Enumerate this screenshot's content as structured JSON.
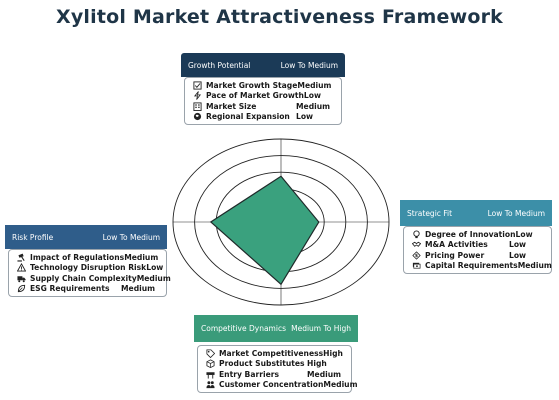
{
  "title": "Xylitol Market Attractiveness Framework",
  "colors": {
    "navy": "#1b3a57",
    "blue": "#2f5d8a",
    "teal": "#3c8fa8",
    "green": "#3a9b7a",
    "radar_fill": "#3aa17e",
    "ring": "#222222"
  },
  "panels": {
    "growth": {
      "title": "Growth Potential",
      "rating": "Low To Medium",
      "items": [
        {
          "icon": "checklist-icon",
          "label": "Market Growth Stage",
          "value": "Medium"
        },
        {
          "icon": "lightning-icon",
          "label": "Pace of Market Growth",
          "value": "Low"
        },
        {
          "icon": "building-icon",
          "label": "Market Size",
          "value": "Medium"
        },
        {
          "icon": "globe-icon",
          "label": "Regional Expansion",
          "value": "Low"
        }
      ]
    },
    "strategic": {
      "title": "Strategic Fit",
      "rating": "Low To Medium",
      "items": [
        {
          "icon": "lightbulb-icon",
          "label": "Degree of Innovation",
          "value": "Low"
        },
        {
          "icon": "handshake-icon",
          "label": "M&A Activities",
          "value": "Low"
        },
        {
          "icon": "money-tag-icon",
          "label": "Pricing Power",
          "value": "Low"
        },
        {
          "icon": "money-bills-icon",
          "label": "Capital Requirements",
          "value": "Medium"
        }
      ]
    },
    "risk": {
      "title": "Risk Profile",
      "rating": "Low To Medium",
      "items": [
        {
          "icon": "gavel-icon",
          "label": "Impact of Regulations",
          "value": "Medium"
        },
        {
          "icon": "warning-icon",
          "label": "Technology Disruption Risk",
          "value": "Low"
        },
        {
          "icon": "truck-icon",
          "label": "Supply Chain Complexity",
          "value": "Medium"
        },
        {
          "icon": "leaf-icon",
          "label": "ESG Requirements",
          "value": "Medium"
        }
      ]
    },
    "competitive": {
      "title": "Competitive Dynamics",
      "rating": "Medium To High",
      "items": [
        {
          "icon": "tag-icon",
          "label": "Market Competitiveness",
          "value": "High"
        },
        {
          "icon": "box-icon",
          "label": "Product Substitutes",
          "value": "High"
        },
        {
          "icon": "barrier-icon",
          "label": "Entry Barriers",
          "value": "Medium"
        },
        {
          "icon": "users-icon",
          "label": "Customer Concentration",
          "value": "Medium"
        }
      ]
    }
  },
  "radar": {
    "axes": [
      "Growth Potential",
      "Strategic Fit",
      "Competitive Dynamics",
      "Risk Profile"
    ],
    "rings": 5,
    "values": [
      0.55,
      0.35,
      0.75,
      0.65
    ]
  }
}
